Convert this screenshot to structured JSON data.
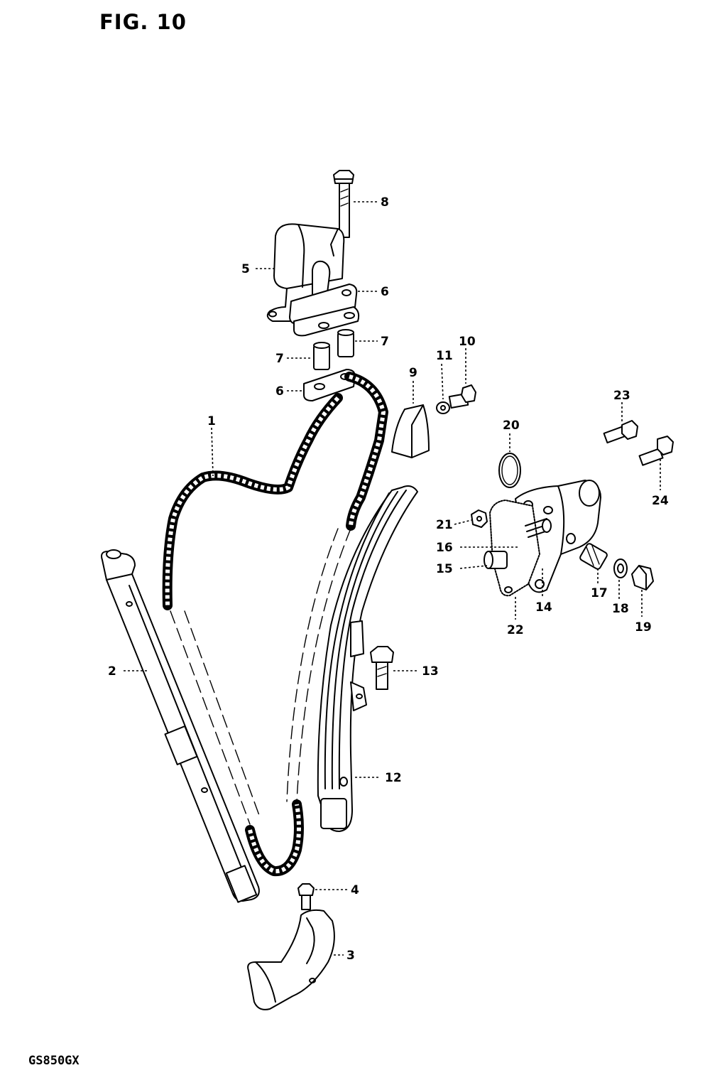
{
  "figure": {
    "title": "FIG. 10",
    "model": "GS850GX"
  },
  "callouts": [
    {
      "id": "1",
      "label": "1"
    },
    {
      "id": "2",
      "label": "2"
    },
    {
      "id": "3",
      "label": "3"
    },
    {
      "id": "4",
      "label": "4"
    },
    {
      "id": "5",
      "label": "5"
    },
    {
      "id": "6a",
      "label": "6"
    },
    {
      "id": "6b",
      "label": "6"
    },
    {
      "id": "7a",
      "label": "7"
    },
    {
      "id": "7b",
      "label": "7"
    },
    {
      "id": "8",
      "label": "8"
    },
    {
      "id": "9",
      "label": "9"
    },
    {
      "id": "10",
      "label": "10"
    },
    {
      "id": "11",
      "label": "11"
    },
    {
      "id": "12",
      "label": "12"
    },
    {
      "id": "13",
      "label": "13"
    },
    {
      "id": "14",
      "label": "14"
    },
    {
      "id": "15",
      "label": "15"
    },
    {
      "id": "16",
      "label": "16"
    },
    {
      "id": "17",
      "label": "17"
    },
    {
      "id": "18",
      "label": "18"
    },
    {
      "id": "19",
      "label": "19"
    },
    {
      "id": "20",
      "label": "20"
    },
    {
      "id": "21",
      "label": "21"
    },
    {
      "id": "22",
      "label": "22"
    },
    {
      "id": "23",
      "label": "23"
    },
    {
      "id": "24",
      "label": "24"
    }
  ]
}
